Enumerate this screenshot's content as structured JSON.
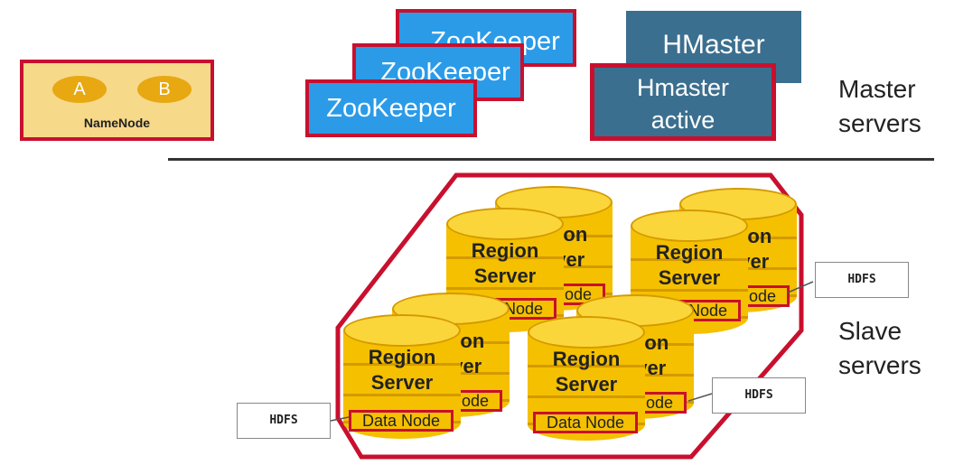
{
  "namenode": {
    "oval_a": "A",
    "oval_b": "B",
    "label": "NameNode"
  },
  "zookeeper": {
    "label": "ZooKeeper"
  },
  "hmaster": {
    "back_label": "HMaster",
    "front_line1": "Hmaster",
    "front_line2": "active"
  },
  "labels": {
    "master_line1": "Master",
    "master_line2": "servers",
    "slave_line1": "Slave",
    "slave_line2": "servers"
  },
  "region_server": {
    "line1": "Region",
    "line2": "Server",
    "data_node": "Data Node"
  },
  "hdfs_label": "HDFS",
  "colors": {
    "accent_red": "#c8102e",
    "zookeeper_blue": "#2b9be8",
    "hmaster_blue": "#3b6f8f",
    "namenode_fill": "#f7d98a",
    "cylinder_gold": "#f5c000"
  }
}
